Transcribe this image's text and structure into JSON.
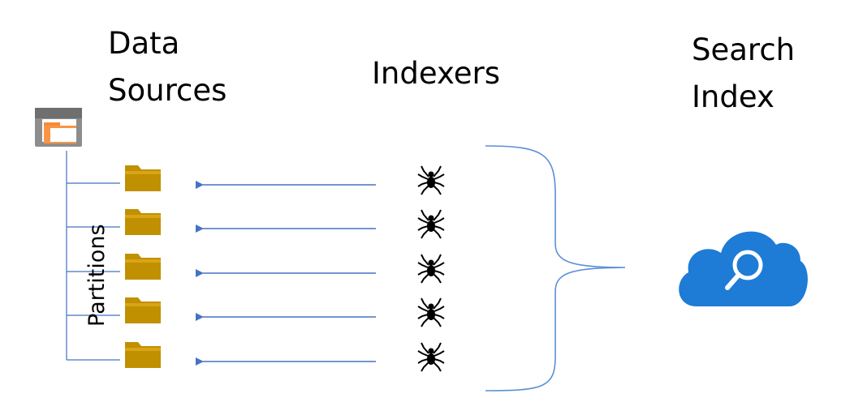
{
  "headings": {
    "data_sources": [
      "Data",
      "Sources"
    ],
    "indexers": "Indexers",
    "search_index": [
      "Search",
      "Index"
    ]
  },
  "partitions_label": "Partitions",
  "partition_count": 5,
  "icons": {
    "data_source": "storage-window-icon",
    "partition": "folder-icon",
    "indexer": "spider-icon",
    "search_index": "cloud-search-icon"
  },
  "colors": {
    "folder": "#c09000",
    "arrow": "#4472c4",
    "brace": "#5b8fd6",
    "cloud": "#1e7bd6",
    "tree_line": "#4472c4"
  }
}
